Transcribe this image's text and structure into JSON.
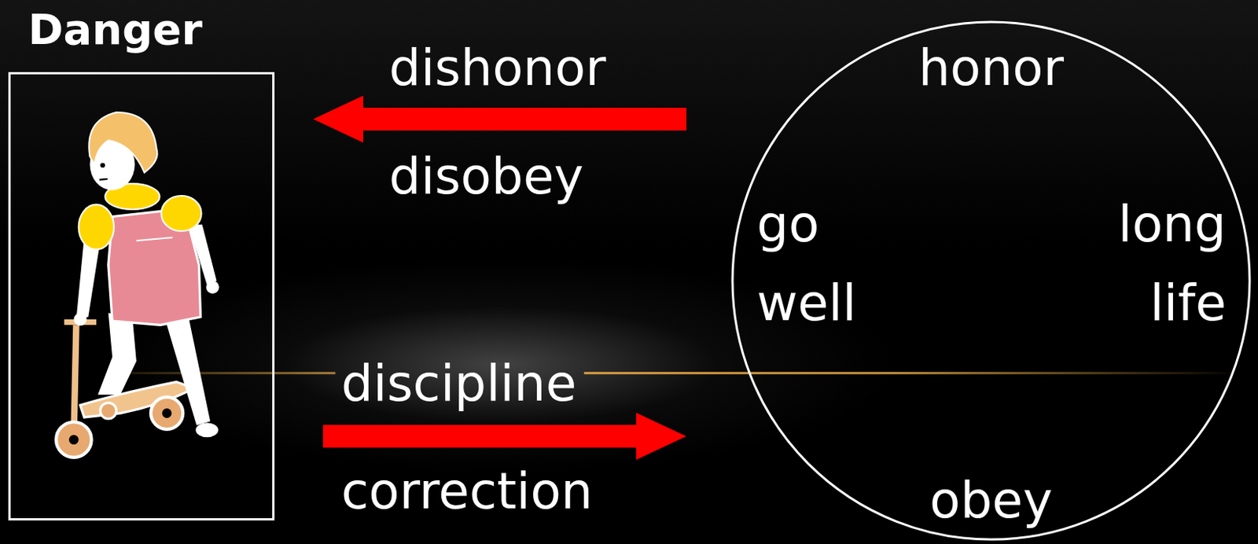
{
  "diagram": {
    "nodes": [
      {
        "text": [
          "Danger"
        ]
      },
      {
        "text": [
          "honor",
          "go well",
          "long life",
          "obey"
        ]
      }
    ],
    "edges": [
      {
        "from": 1,
        "to": 0,
        "arrow": "to",
        "label": "dishonor"
      },
      {
        "from": 0,
        "to": 1,
        "arrow": "to",
        "label": "discipline"
      }
    ],
    "labels": [
      "disobey",
      "correction"
    ]
  }
}
